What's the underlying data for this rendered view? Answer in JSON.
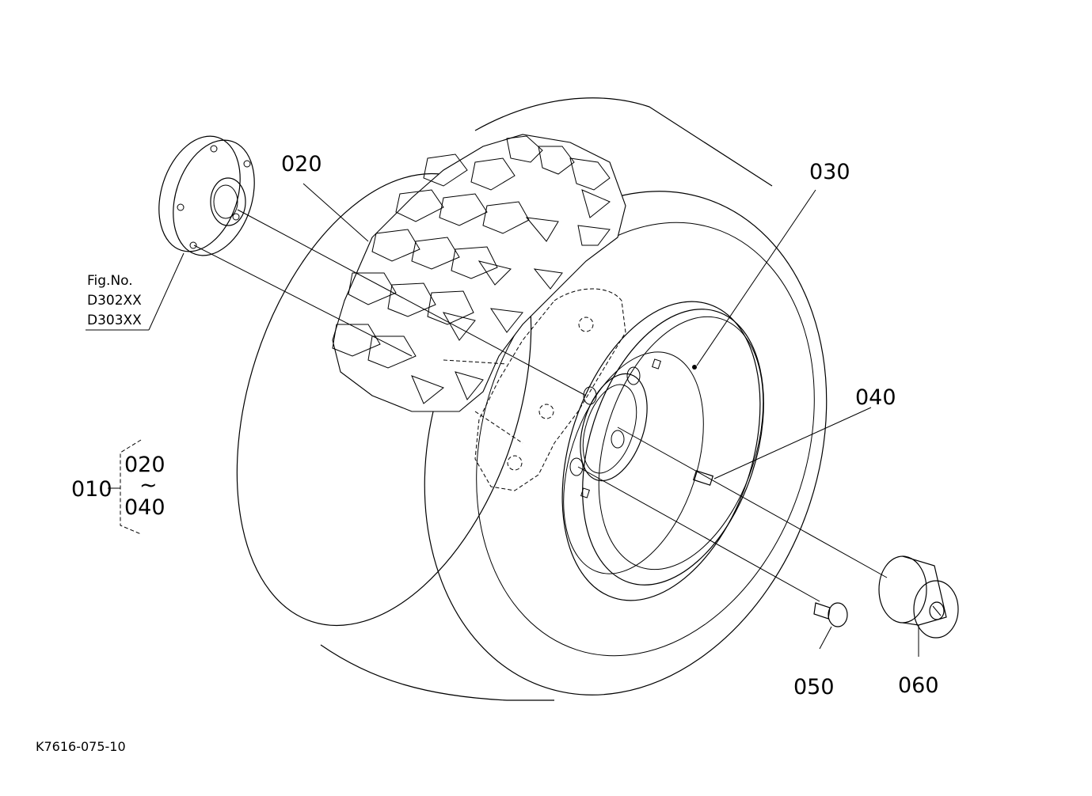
{
  "callouts": {
    "c020": "020",
    "c030": "030",
    "c040": "040",
    "c050": "050",
    "c060": "060"
  },
  "fig_ref": {
    "title": "Fig.No.",
    "ref1": "D302XX",
    "ref2": "D303XX"
  },
  "assembly": {
    "parent": "010",
    "from": "020",
    "range_symbol": "~",
    "to": "040"
  },
  "drawing_code": "K7616-075-10"
}
